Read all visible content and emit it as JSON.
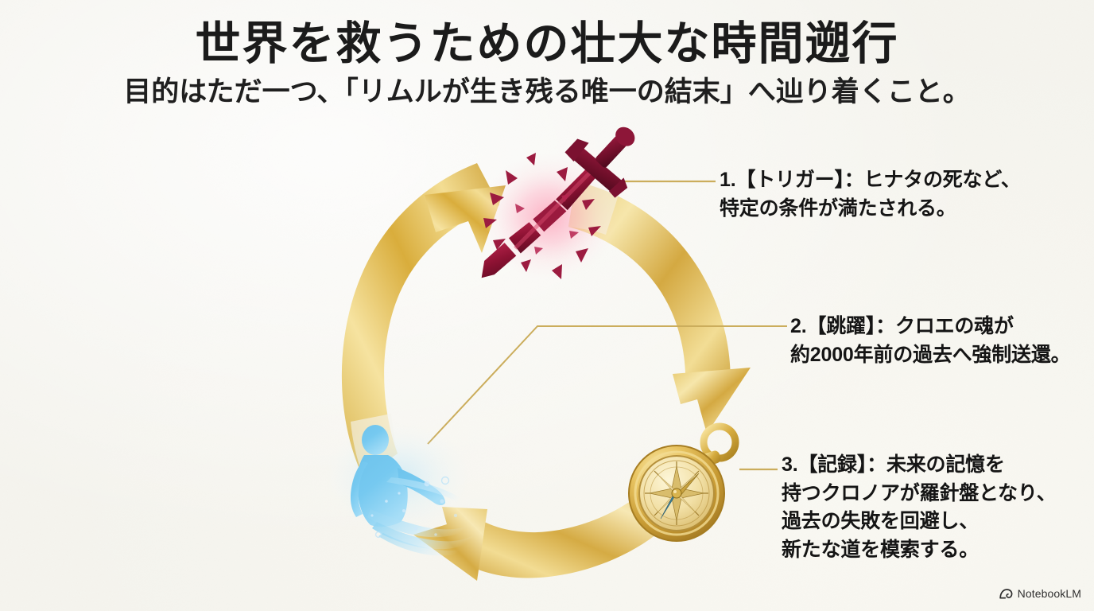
{
  "header": {
    "title": "世界を救うための壮大な時間遡行",
    "subtitle": "目的はただ一つ、「リムルが生き残る唯一の結末」へ辿り着くこと。"
  },
  "diagram": {
    "type": "cycle",
    "direction": "clockwise",
    "nodes": [
      {
        "id": "trigger",
        "icon": "shattered-sword-icon",
        "position": "top"
      },
      {
        "id": "record",
        "icon": "golden-compass-icon",
        "position": "bottom-right"
      },
      {
        "id": "jump",
        "icon": "blue-spirit-soul-icon",
        "position": "bottom-left"
      }
    ],
    "arrows": [
      {
        "id": "arrow-sword-to-compass",
        "from": "trigger",
        "to": "record"
      },
      {
        "id": "arrow-compass-to-spirit",
        "from": "record",
        "to": "jump"
      },
      {
        "id": "arrow-spirit-to-sword",
        "from": "jump",
        "to": "trigger"
      }
    ]
  },
  "steps": [
    {
      "number": "1.",
      "label": "【トリガー】",
      "text": "1.【トリガー】：ヒナタの死など、\n特定の条件が満たされる。"
    },
    {
      "number": "2.",
      "label": "【跳躍】",
      "text": "2.【跳躍】：クロエの魂が\n約2000年前の過去へ強制送還。"
    },
    {
      "number": "3.",
      "label": "【記録】",
      "text": "3.【記録】：未来の記憶を\n持つクロノアが羅針盤となり、\n過去の失敗を回避し、\n新たな道を模索する。"
    }
  ],
  "watermark": {
    "label": "NotebookLM",
    "icon": "notebooklm-spiral-icon"
  },
  "colors": {
    "background": "#f5f4ee",
    "text": "#151515",
    "gold_dark": "#c9a43a",
    "gold_mid": "#e2c25e",
    "gold_light": "#f7e49a",
    "leader_line": "#c9ab57",
    "sword_crimson": "#8e1535",
    "sword_glow": "#f6a0b4",
    "spirit_blue": "#5bb6e8"
  }
}
